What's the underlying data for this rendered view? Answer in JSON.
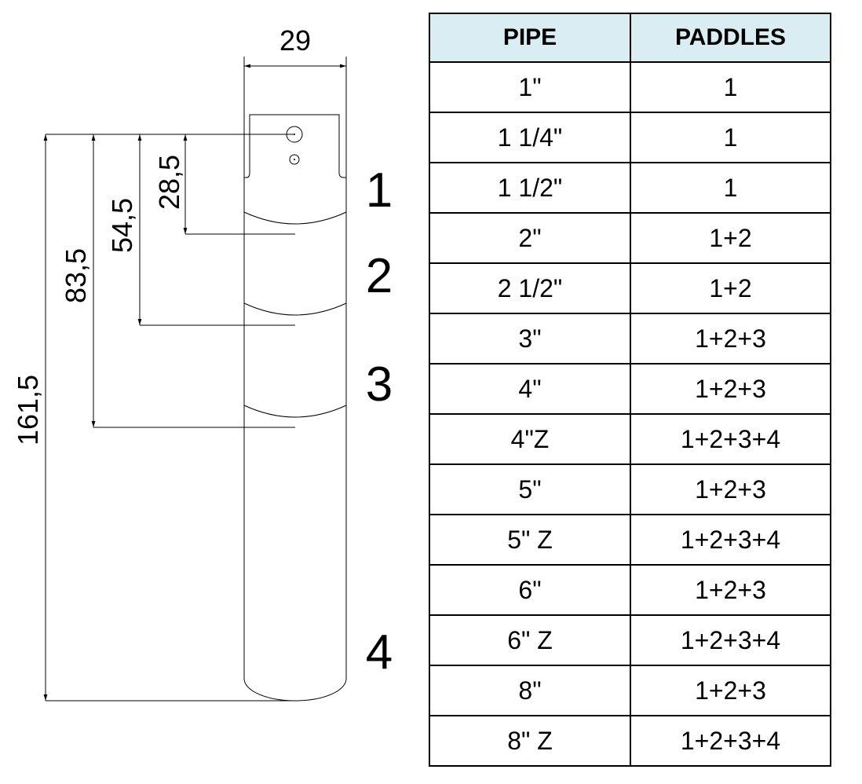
{
  "drawing": {
    "width_dimension": "29",
    "dimensions": [
      "28,5",
      "54,5",
      "83,5",
      "161,5"
    ],
    "paddle_numbers": [
      "1",
      "2",
      "3",
      "4"
    ]
  },
  "table": {
    "headers": [
      "PIPE",
      "PADDLES"
    ],
    "rows": [
      [
        "1\"",
        "1"
      ],
      [
        "1 1/4\"",
        "1"
      ],
      [
        "1 1/2\"",
        "1"
      ],
      [
        "2\"",
        "1+2"
      ],
      [
        "2 1/2\"",
        "1+2"
      ],
      [
        "3\"",
        "1+2+3"
      ],
      [
        "4\"",
        "1+2+3"
      ],
      [
        "4\"Z",
        "1+2+3+4"
      ],
      [
        "5\"",
        "1+2+3"
      ],
      [
        "5\" Z",
        "1+2+3+4"
      ],
      [
        "6\"",
        "1+2+3"
      ],
      [
        "6\" Z",
        "1+2+3+4"
      ],
      [
        "8\"",
        "1+2+3"
      ],
      [
        "8\" Z",
        "1+2+3+4"
      ]
    ]
  }
}
